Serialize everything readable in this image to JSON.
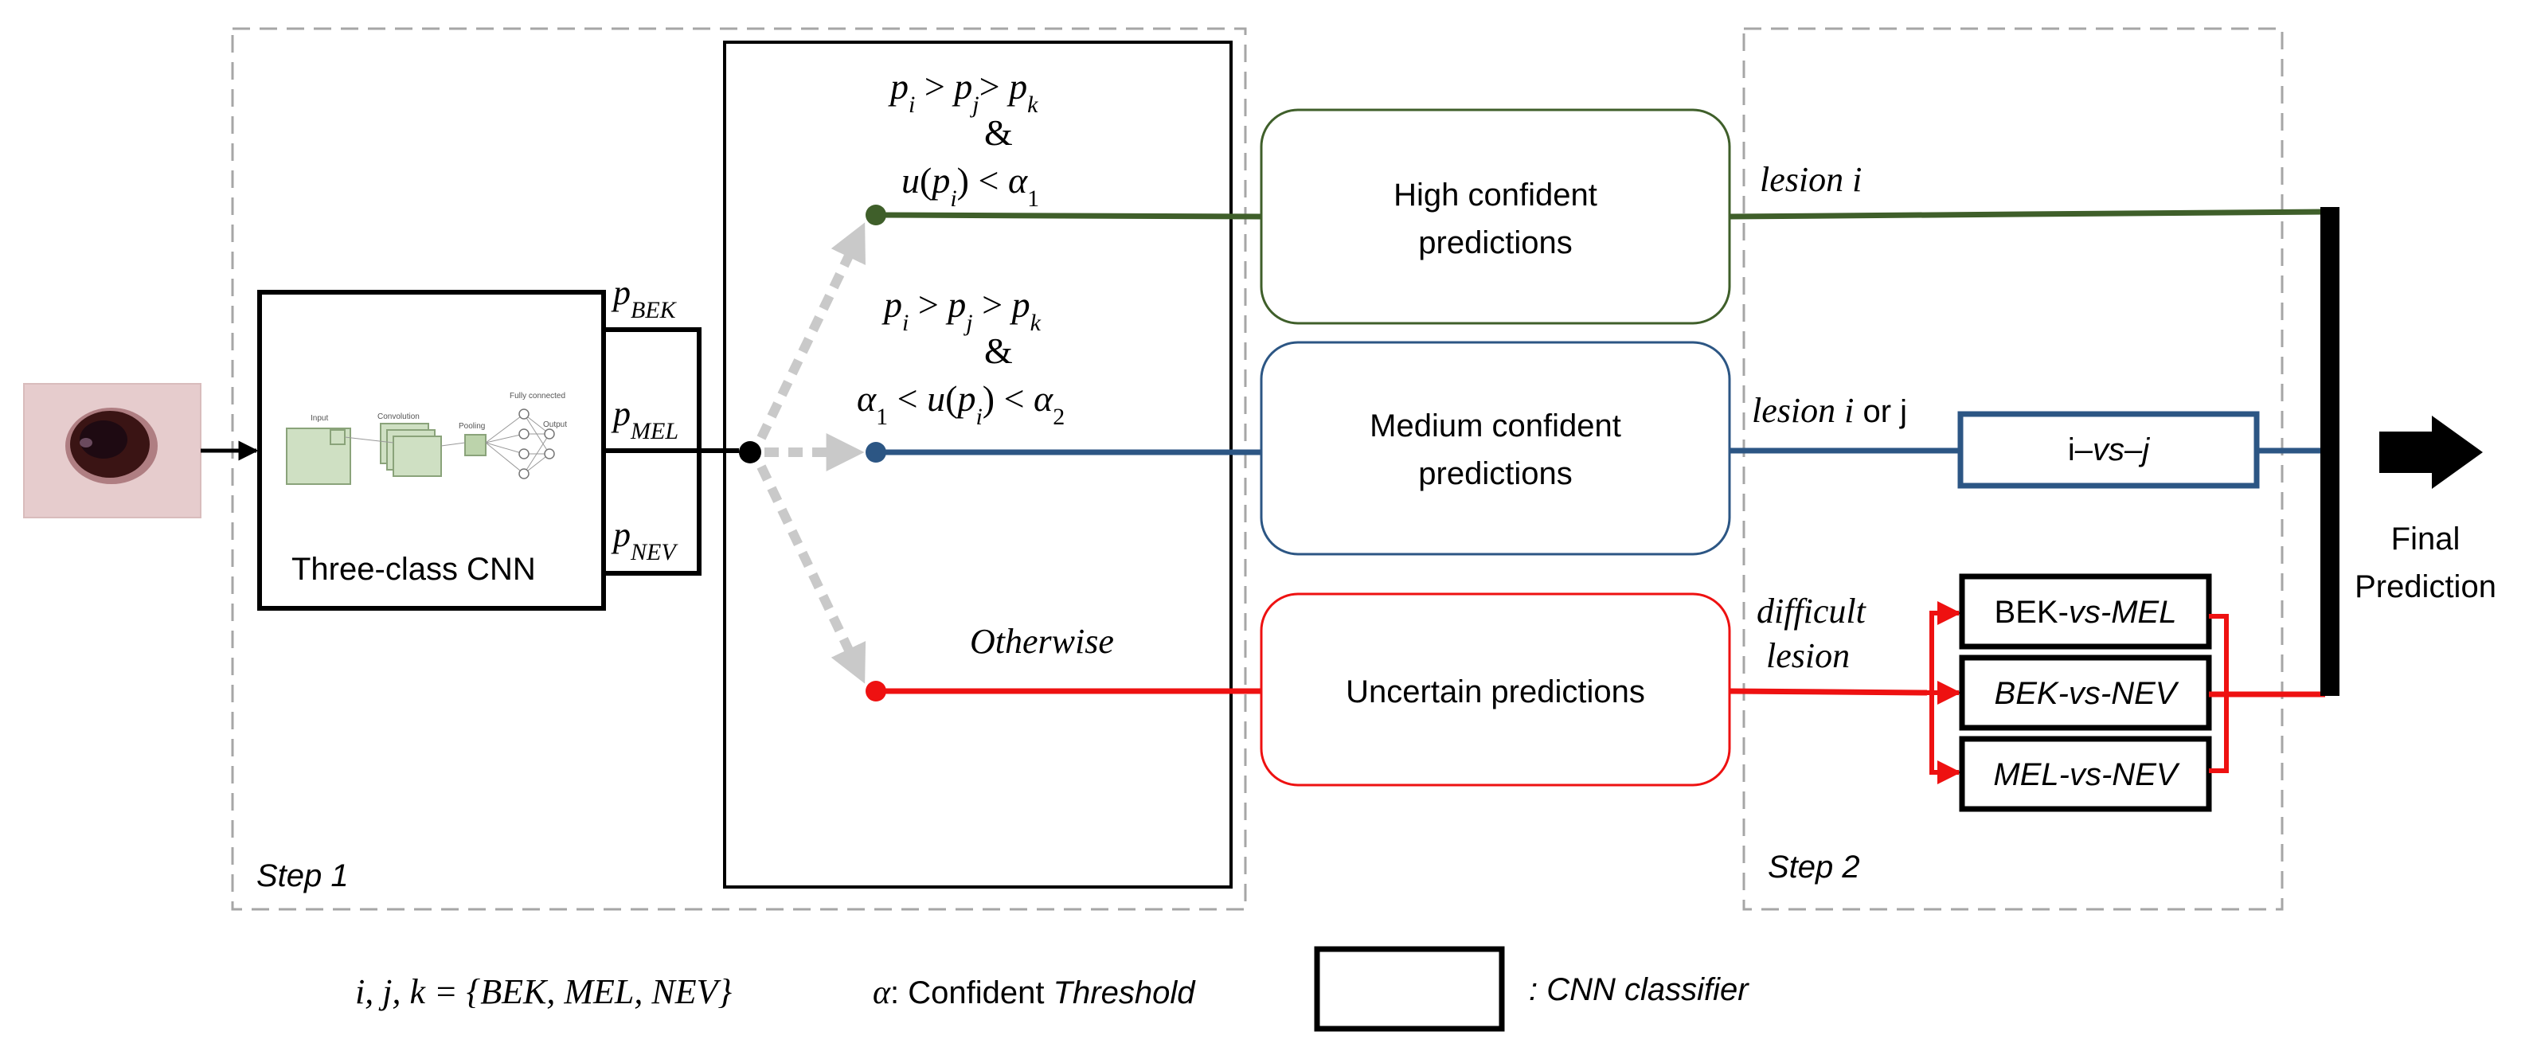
{
  "step1": {
    "label": "Step 1"
  },
  "step2": {
    "label": "Step 2"
  },
  "cnn": {
    "label": "Three-class CNN",
    "mini_labels": [
      "Input",
      "Convolution",
      "Pooling",
      "Fully connected",
      "Output"
    ]
  },
  "outputs": {
    "bek": "BEK",
    "mel": "MEL",
    "nev": "NEV"
  },
  "conditions": {
    "high": {
      "amp": "&",
      "alpha": "1"
    },
    "medium": {
      "amp": "&",
      "alpha1": "1",
      "alpha2": "2"
    },
    "other": "Otherwise"
  },
  "boxes": {
    "high": {
      "line1": "High confident",
      "line2": "predictions"
    },
    "medium": {
      "line1": "Medium confident",
      "line2": "predictions"
    },
    "uncertain": {
      "line1": "Uncertain predictions"
    }
  },
  "labels": {
    "lesion": "lesion",
    "i": "i",
    "or_j": "or j",
    "difficult": "difficult",
    "lesion2": "lesion"
  },
  "classifiers": {
    "ivsj": {
      "a": "i",
      "vs": "–vs–",
      "b": "j"
    },
    "bek_mel": {
      "a": "BEK-",
      "b": "vs-MEL"
    },
    "bek_nev": "BEK-vs-NEV",
    "mel_nev": "MEL-vs-NEV"
  },
  "final": {
    "line1": "Final",
    "line2": "Prediction"
  },
  "legend": {
    "ijk": "i, j, k = {BEK, MEL, NEV}",
    "alpha_sym": "α",
    "alpha_txt": ": Confident ",
    "threshold": "Threshold",
    "cnn_txt": ": CNN classifier"
  },
  "colors": {
    "green": "#3f5f2a",
    "blue": "#2c5684",
    "red": "#ee1111",
    "gray_dash": "#a6a6a6",
    "arrow_gray": "#c9c9c9"
  }
}
